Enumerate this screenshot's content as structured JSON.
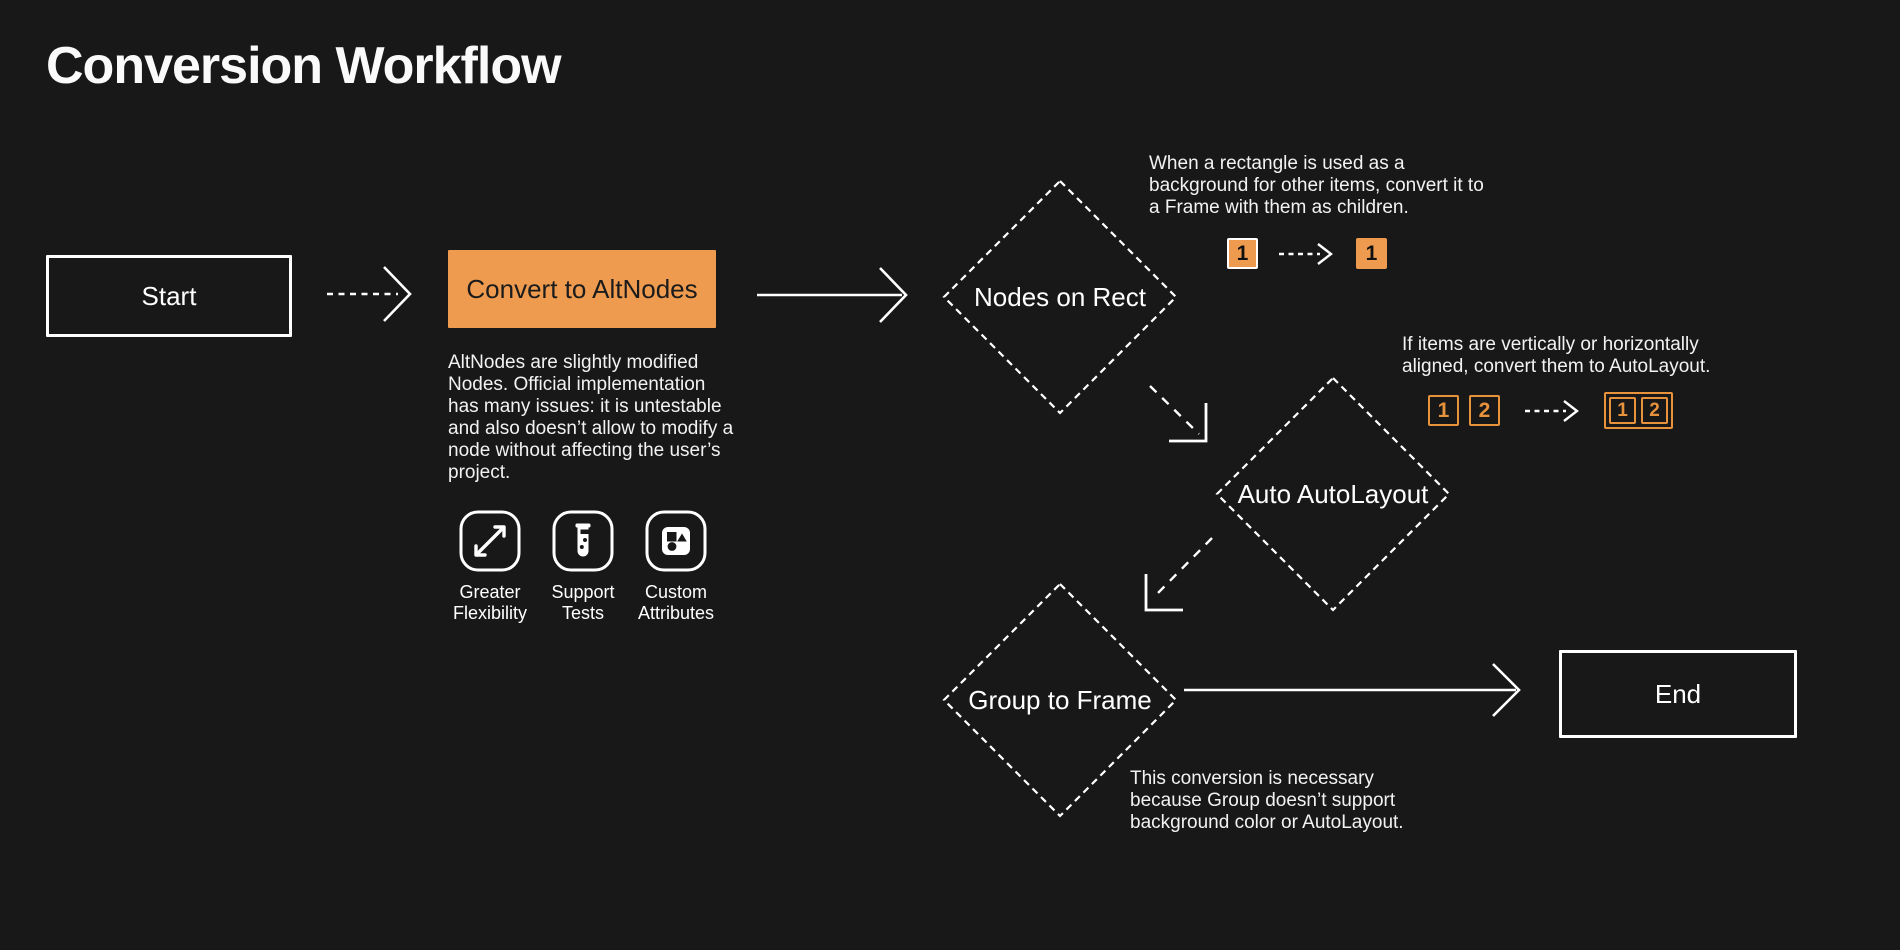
{
  "title": "Conversion Workflow",
  "colors": {
    "background": "#181818",
    "accent": "#EF9B4F",
    "accent_outline": "#E8923C",
    "text": "#F2F2F2",
    "node_text_dark": "#1B1B1B"
  },
  "nodes": {
    "start": {
      "label": "Start"
    },
    "convert": {
      "label": "Convert to AltNodes",
      "description": "AltNodes are slightly modified Nodes. Official implementation has many issues: it is untestable and also doesn’t allow to modify a node without affecting the user’s project."
    },
    "nodes_on_rect": {
      "label": "Nodes on Rect"
    },
    "auto_autolayout": {
      "label": "Auto AutoLayout"
    },
    "group_to_frame": {
      "label": "Group to Frame"
    },
    "end": {
      "label": "End"
    }
  },
  "features": [
    {
      "icon": "expand-diagonal-icon",
      "label": "Greater Flexibility"
    },
    {
      "icon": "test-tube-icon",
      "label": "Support Tests"
    },
    {
      "icon": "shapes-icon",
      "label": "Custom Attributes"
    }
  ],
  "annotations": {
    "rect_note": {
      "text": "When a rectangle is used as a background for other items, convert it to a Frame with them as children.",
      "before_chip": "1",
      "after_chip": "1"
    },
    "autolayout_note": {
      "text": "If items are vertically or horizontally aligned, convert them to AutoLayout.",
      "chips": [
        "1",
        "2"
      ]
    },
    "group_note": {
      "text": "This conversion is necessary because Group doesn’t support background color or AutoLayout."
    }
  }
}
